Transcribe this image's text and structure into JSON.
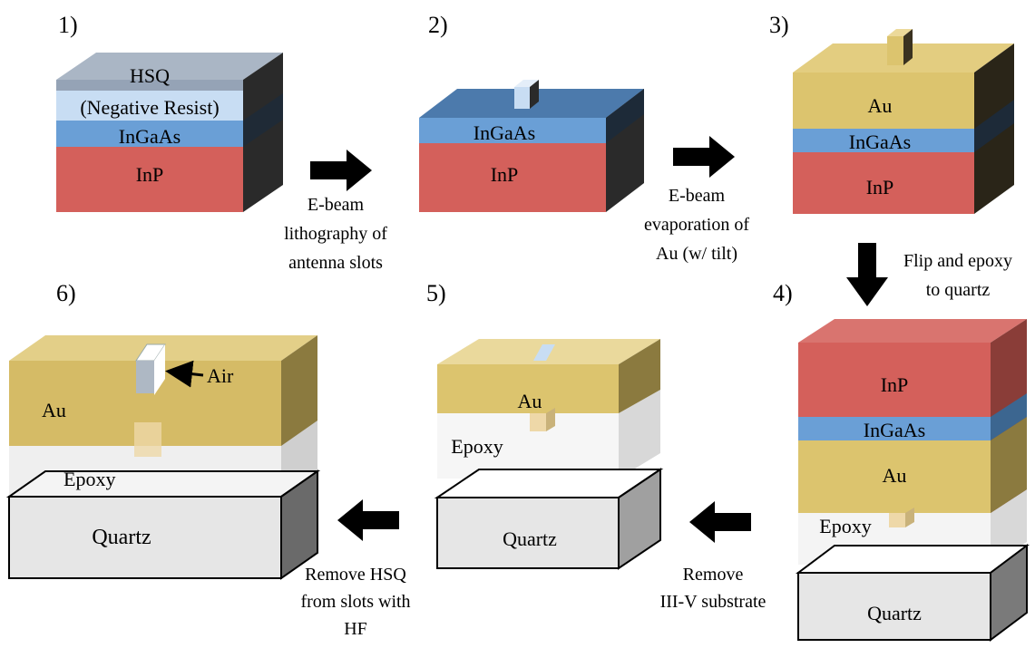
{
  "steps": [
    {
      "number": "1)",
      "layers": {
        "resist": "HSQ",
        "resist_sub": "(Negative Resist)",
        "ingaas": "InGaAs",
        "inp": "InP"
      }
    },
    {
      "number": "2)",
      "layers": {
        "ingaas": "InGaAs",
        "inp": "InP"
      }
    },
    {
      "number": "3)",
      "layers": {
        "au": "Au",
        "ingaas": "InGaAs",
        "inp": "InP"
      }
    },
    {
      "number": "4)",
      "layers": {
        "inp": "InP",
        "ingaas": "InGaAs",
        "au": "Au",
        "epoxy": "Epoxy",
        "quartz": "Quartz"
      }
    },
    {
      "number": "5)",
      "layers": {
        "au": "Au",
        "epoxy": "Epoxy",
        "quartz": "Quartz"
      }
    },
    {
      "number": "6)",
      "layers": {
        "au": "Au",
        "air": "Air",
        "epoxy": "Epoxy",
        "quartz": "Quartz"
      }
    }
  ],
  "transitions": [
    {
      "lines": [
        "E-beam",
        "lithography of",
        "antenna slots"
      ]
    },
    {
      "lines": [
        "E-beam",
        "evaporation of",
        "Au (w/ tilt)"
      ]
    },
    {
      "lines": [
        "Flip and epoxy",
        "to quartz"
      ]
    },
    {
      "lines": [
        "Remove",
        "III-V substrate"
      ]
    },
    {
      "lines": [
        "Remove HSQ",
        "from slots with",
        "HF"
      ]
    }
  ],
  "colors": {
    "inp": "#d4605b",
    "ingaas": "#6a9fd6",
    "au": "#dcc46e",
    "hsq_top": "#9aa7b8",
    "hsq_light": "#c8ddf3",
    "side_dark": "#2a2a2a",
    "quartz": "#e4e4e4",
    "arrow": "#000000"
  }
}
